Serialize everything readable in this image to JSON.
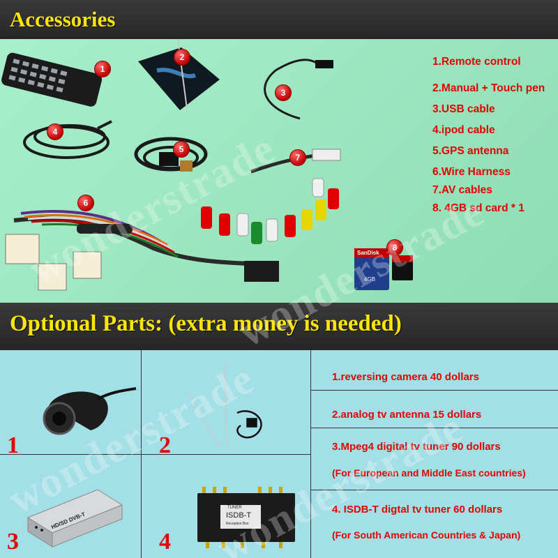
{
  "accessories": {
    "title": "Accessories",
    "items": [
      "1.Remote control",
      "2.Manual + Touch pen",
      "3.USB cable",
      "4.ipod cable",
      "5.GPS antenna",
      "6.Wire Harness",
      "7.AV cables",
      "8. 4GB sd card * 1"
    ],
    "markers": [
      "1",
      "2",
      "3",
      "4",
      "5",
      "6",
      "7",
      "8"
    ],
    "sd_card_brand": "SanDisk",
    "sd_card_size": "4GB"
  },
  "optional": {
    "title": "Optional Parts: (extra money is needed)",
    "items": [
      "1.reversing camera  40 dollars",
      "2.analog tv antenna 15 dollars",
      "3.Mpeg4 digital tv tuner      90 dollars",
      "(For European and Middle East countries)",
      "4. ISDB-T digtal tv tuner         60 dollars",
      "(For South American Countries & Japan)"
    ],
    "numbers": [
      "1",
      "2",
      "3",
      "4"
    ],
    "dvbt_label": "HD/SD DVB-T",
    "isdb_label": "ISDB-T",
    "isdb_tuner": "TUNER",
    "isdb_box": "Reception Box"
  },
  "watermark": "wonderstrade",
  "colors": {
    "header_bg": "#2e2e2e",
    "header_text": "#ffe600",
    "item_text": "#e00000",
    "acc_bg": "#9ee8c3",
    "opt_bg": "#a3dfe6"
  }
}
